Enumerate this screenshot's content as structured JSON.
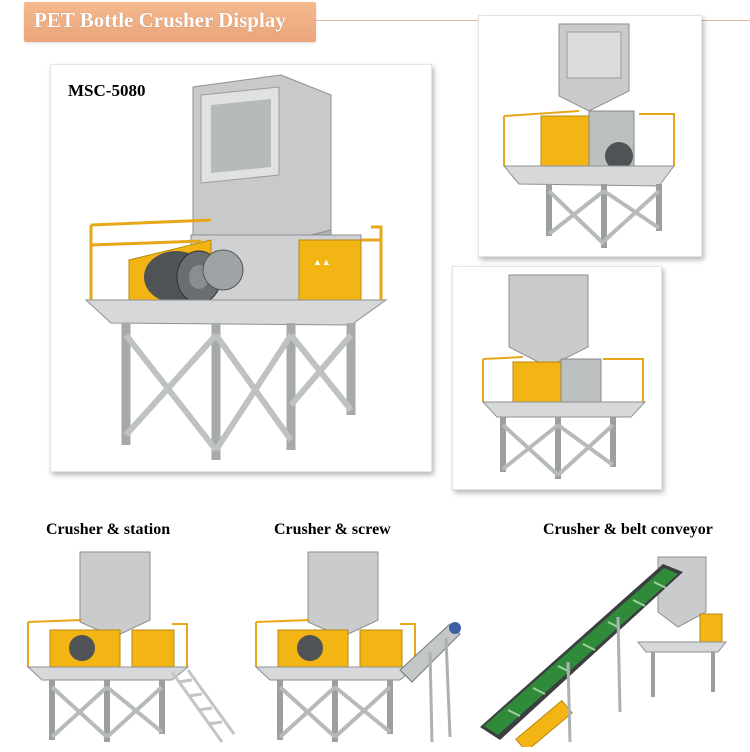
{
  "header": {
    "title": "PET Bottle Crusher Display"
  },
  "main_photo": {
    "model": "MSC-5080"
  },
  "captions": [
    "Crusher & station",
    "Crusher & screw",
    "Crusher & belt conveyor"
  ],
  "colors": {
    "banner": "#efae84",
    "machine_gray": "#c9cbcc",
    "guard_yellow": "#f2b514",
    "belt_green": "#2f8a3a"
  }
}
